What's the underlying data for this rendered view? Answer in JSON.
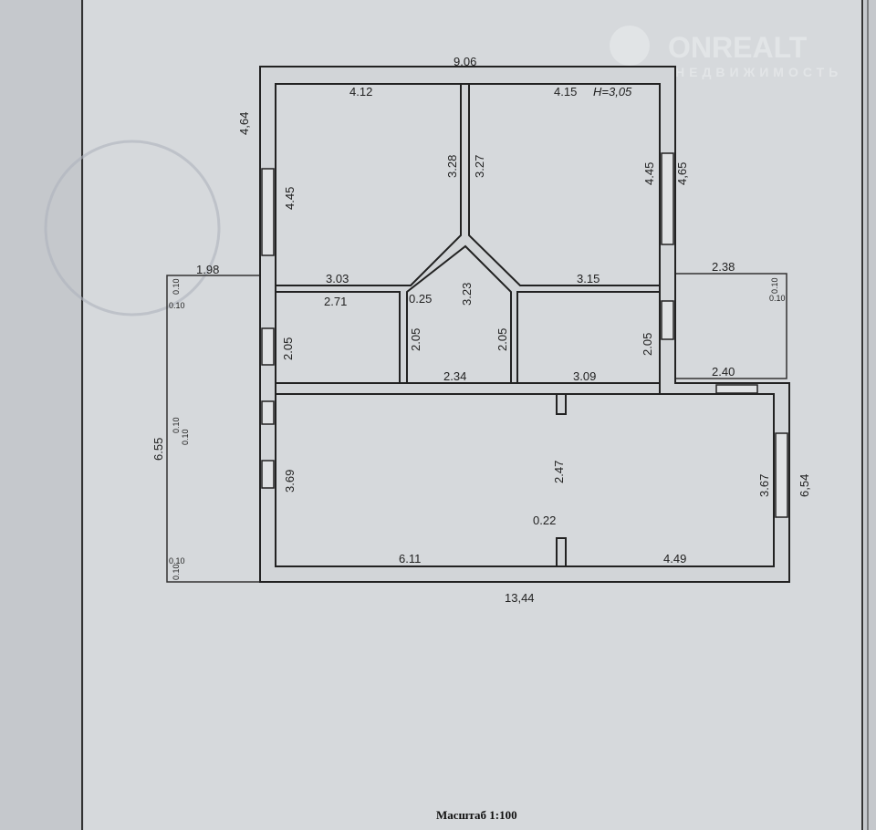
{
  "watermark": {
    "brand": "ONREALT",
    "subtitle": "НЕДВИЖИМОСТЬ"
  },
  "plan": {
    "ceiling_height": "H=3,05",
    "scale": "Масштаб 1:100",
    "dimensions": {
      "top_total": "9.06",
      "room1_width": "4.12",
      "room2_width": "4.15",
      "left_outer_top": "4,64",
      "room1_height": "4.45",
      "wall_a": "3.28",
      "wall_b": "3.27",
      "room2_height": "4.45",
      "right_outer_top": "4,65",
      "porch_left_width": "1.98",
      "hall_left": "3.03",
      "hall_right": "3.15",
      "porch_right_width": "2.38",
      "room3_width": "2.71",
      "door_gap": "0.25",
      "hall_center": "3.23",
      "room3_height": "2.05",
      "bath_height": "2.05",
      "hall_height": "2.05",
      "room4_height": "2.05",
      "hall_bottom": "2.34",
      "room4_width": "3.09",
      "porch_right_depth": "2.40",
      "porch_left_height": "6.55",
      "room5_height": "3.69",
      "partition": "2.47",
      "partition_gap": "0.22",
      "room6_height": "3.67",
      "right_outer_bottom": "6,54",
      "room5_width": "6.11",
      "room6_width": "4.49",
      "bottom_total": "13,44",
      "wall_t1": "0.10",
      "wall_t2": "0.10",
      "wall_t3": "0.10",
      "wall_t4": "0.10",
      "wall_t5": "0.10",
      "wall_t6": "0.10",
      "wall_t7": "0.10",
      "wall_t8": "0.10"
    }
  }
}
